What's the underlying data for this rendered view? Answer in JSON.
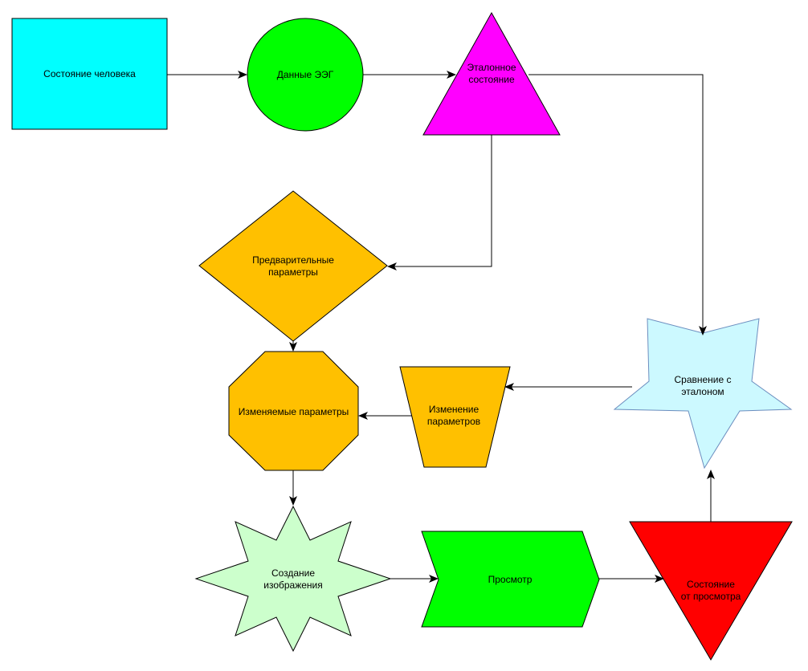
{
  "colors": {
    "human_state": "#00FFFF",
    "eeg_data": "#00FF00",
    "reference_state": "#FF00FF",
    "orange": "#FFC000",
    "comparison": "#CCF9FF",
    "image_creation": "#CCFFCC",
    "view": "#00FF00",
    "view_state": "#FF0000",
    "stroke": "#000000",
    "star_stroke": "#6C8EBF"
  },
  "nodes": {
    "human_state": "Состояние человека",
    "eeg_data": "Данные ЭЭГ",
    "reference_state": "Эталонное\nсостояние",
    "preliminary_params": "Предварительные\nпараметры",
    "changeable_params": "Изменяемые параметры",
    "param_change": "Изменение\nпараметров",
    "comparison": "Сравнение с\nэталоном",
    "image_creation": "Создание\nизображения",
    "view": "Просмотр",
    "view_state": "Состояние\nот просмотра"
  }
}
